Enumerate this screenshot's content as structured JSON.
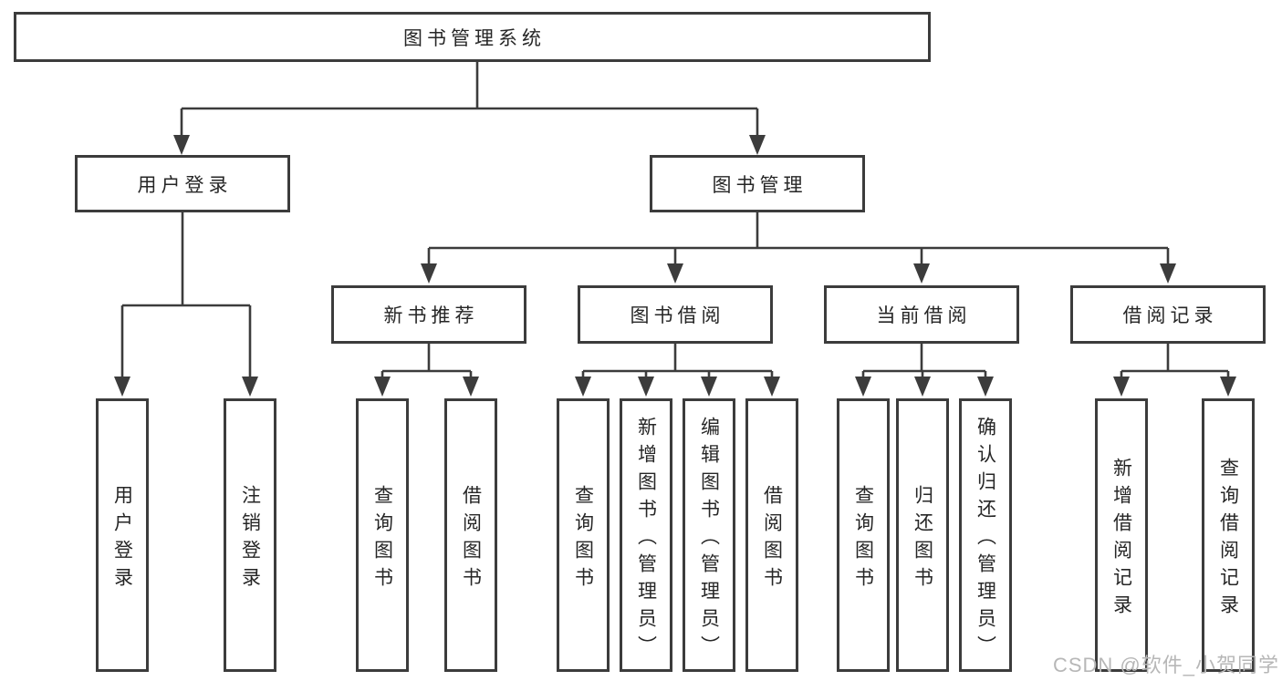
{
  "diagram": {
    "root": {
      "label": "图书管理系统"
    },
    "branches": [
      {
        "label": "用户登录",
        "children": [
          {
            "label": "用户登录"
          },
          {
            "label": "注销登录"
          }
        ]
      },
      {
        "label": "图书管理",
        "children": [
          {
            "label": "新书推荐",
            "children": [
              {
                "label": "查询图书"
              },
              {
                "label": "借阅图书"
              }
            ]
          },
          {
            "label": "图书借阅",
            "children": [
              {
                "label": "查询图书"
              },
              {
                "label": "新增图书（管理员）"
              },
              {
                "label": "编辑图书（管理员）"
              },
              {
                "label": "借阅图书"
              }
            ]
          },
          {
            "label": "当前借阅",
            "children": [
              {
                "label": "查询图书"
              },
              {
                "label": "归还图书"
              },
              {
                "label": "确认归还（管理员）"
              }
            ]
          },
          {
            "label": "借阅记录",
            "children": [
              {
                "label": "新增借阅记录"
              },
              {
                "label": "查询借阅记录"
              }
            ]
          }
        ]
      }
    ]
  },
  "watermark": {
    "text": "CSDN @软件_小贺同学"
  },
  "colors": {
    "line": "#3c3c3c",
    "box_border": "#3c3c3c",
    "text": "#262626",
    "watermark": "#b7b7b7",
    "background": "#ffffff"
  }
}
